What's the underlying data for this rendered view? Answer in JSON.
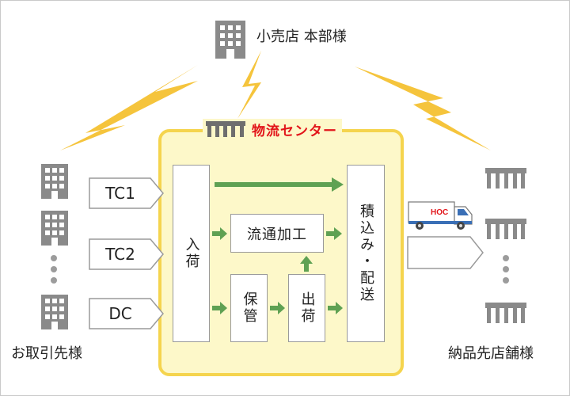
{
  "headquarters": {
    "label": "小売店 本部様"
  },
  "distribution_center": {
    "label": "物流センター"
  },
  "suppliers": {
    "label": "お取引先様"
  },
  "stores": {
    "label": "納品先店舗様"
  },
  "channels": [
    "TC1",
    "TC2",
    "DC"
  ],
  "process": {
    "inbound": "入荷",
    "processing": "流通加工",
    "storage": "保管",
    "shipping": "出荷",
    "loading_delivery": "積込み・配送"
  },
  "truck": {
    "brand": "HOC"
  },
  "colors": {
    "bolt": "#f5c43c",
    "center_fill": "#fdf8c9",
    "center_border": "#f5d44e",
    "arrow_green": "#5fa153",
    "title_red": "#e2151a",
    "icon_gray": "#8a8a8a"
  }
}
